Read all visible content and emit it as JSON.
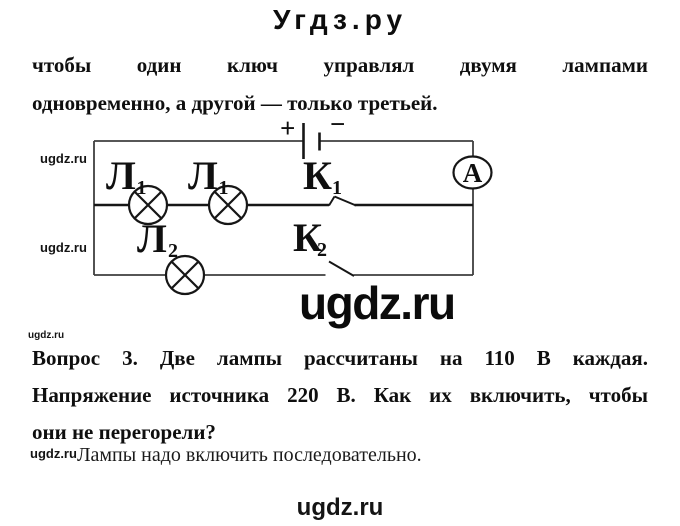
{
  "title": "Угдз.ру",
  "intro": {
    "line1": "чтобы один ключ управлял двумя лампами",
    "line2": "одновременно, а другой — только третьей."
  },
  "circuit": {
    "battery_plus": "+",
    "battery_minus": "−",
    "ammeter": "A",
    "lamp1a": {
      "main": "Л",
      "sub": "1"
    },
    "lamp1b": {
      "main": "Л",
      "sub": "1"
    },
    "switch1": {
      "main": "К",
      "sub": "1"
    },
    "lamp2": {
      "main": "Л",
      "sub": "2"
    },
    "switch2": {
      "main": "К",
      "sub": "2"
    }
  },
  "question": {
    "line1": "Вопрос 3. Две лампы рассчитаны на 110 В каждая.",
    "line2": "Напряжение источника 220 В. Как их включить, чтобы",
    "line3": "они не перегорели?"
  },
  "answer": "Лампы надо включить последовательно.",
  "watermarks": {
    "side1": "ugdz.ru",
    "side2": "ugdz.ru",
    "side3": "ugdz.ru",
    "side4": "ugdz.ru",
    "big": "ugdz.ru",
    "footer": "ugdz.ru"
  },
  "colors": {
    "ink": "#121212",
    "wire": "#3f3f3f"
  }
}
